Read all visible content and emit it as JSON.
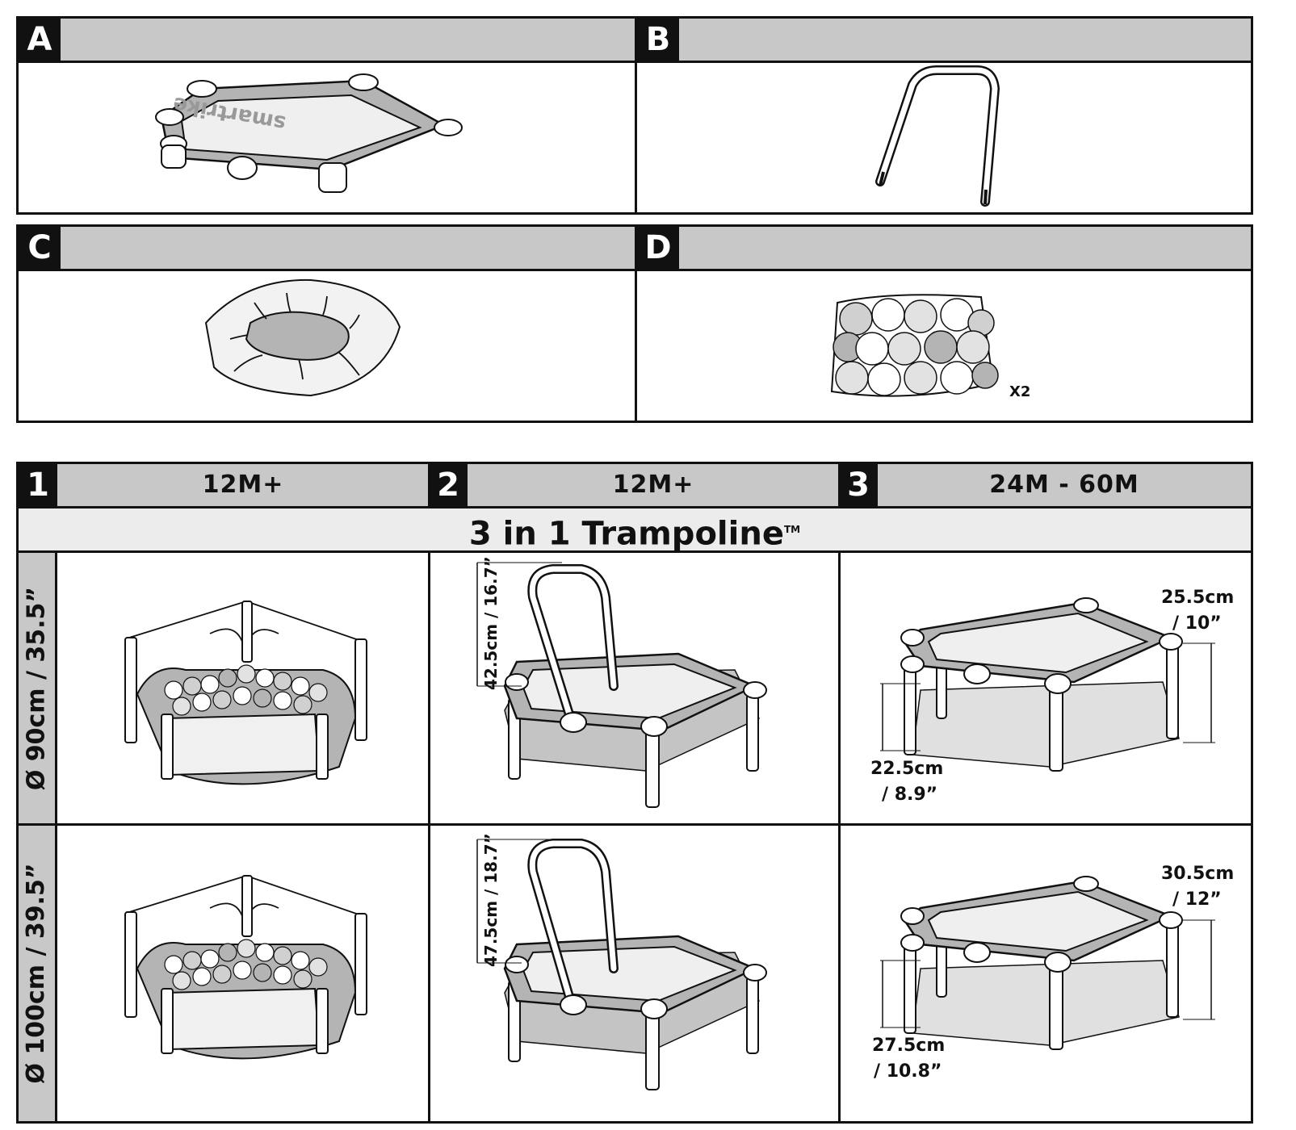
{
  "parts": [
    {
      "letter": "A"
    },
    {
      "letter": "B"
    },
    {
      "letter": "C"
    },
    {
      "letter": "D",
      "quantity": "X2"
    }
  ],
  "modes": [
    {
      "number": "1",
      "age": "12M+"
    },
    {
      "number": "2",
      "age": "12M+"
    },
    {
      "number": "3",
      "age": "24M - 60M"
    }
  ],
  "product": {
    "name": "3 in 1 Trampoline",
    "trademark": "TM",
    "brand_print": "smartrike"
  },
  "sizes": [
    {
      "label": "Ø 90cm / 35.5”",
      "handle_height": "42.5cm / 16.7”",
      "top_height_a": "25.5cm",
      "top_height_b": "/ 10”",
      "low_height_a": "22.5cm",
      "low_height_b": "/ 8.9”"
    },
    {
      "label": "Ø 100cm / 39.5”",
      "handle_height": "47.5cm / 18.7”",
      "top_height_a": "30.5cm",
      "top_height_b": "/ 12”",
      "low_height_a": "27.5cm",
      "low_height_b": "/ 10.8”"
    }
  ],
  "colors": {
    "header_gray": "#c8c8c8",
    "band_gray": "#ececec",
    "ink": "#111111",
    "fabric": "#b4b4b4"
  }
}
